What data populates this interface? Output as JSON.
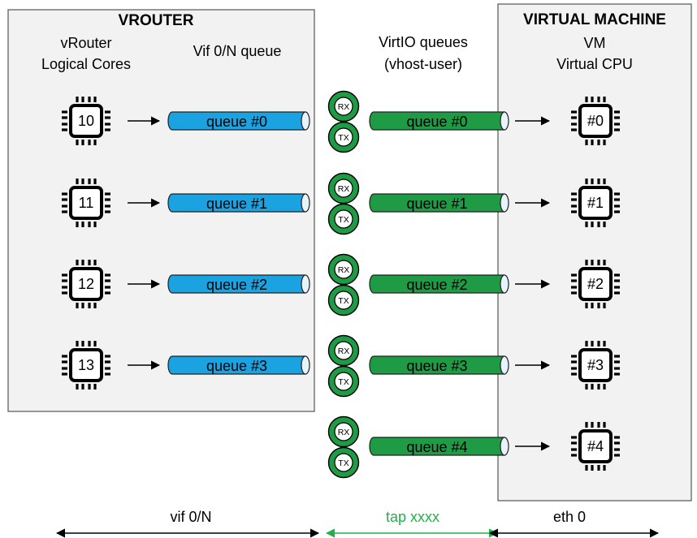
{
  "vrouter": {
    "title": "VROUTER",
    "cores_header": [
      "vRouter",
      "Logical Cores"
    ],
    "queue_header": "Vif 0/N queue",
    "cores": [
      "10",
      "11",
      "12",
      "13"
    ],
    "queues": [
      "queue #0",
      "queue #1",
      "queue #2",
      "queue #3"
    ]
  },
  "virtio": {
    "header": [
      "VirtIO queues",
      "(vhost-user)"
    ],
    "rx_label": "RX",
    "tx_label": "TX",
    "queues": [
      "queue #0",
      "queue #1",
      "queue #2",
      "queue #3",
      "queue #4"
    ]
  },
  "vm": {
    "title": "VIRTUAL MACHINE",
    "header": [
      "VM",
      "Virtual CPU"
    ],
    "cpus": [
      "#0",
      "#1",
      "#2",
      "#3",
      "#4"
    ]
  },
  "bottom": {
    "vif": "vif 0/N",
    "tap": "tap xxxx",
    "eth": "eth 0"
  },
  "colors": {
    "vif_queue": "#1aa3e0",
    "virtio_queue": "#1f9a45",
    "tap_label": "#22b04a",
    "panel_fill": "#f2f2f2",
    "panel_border": "#555555"
  }
}
